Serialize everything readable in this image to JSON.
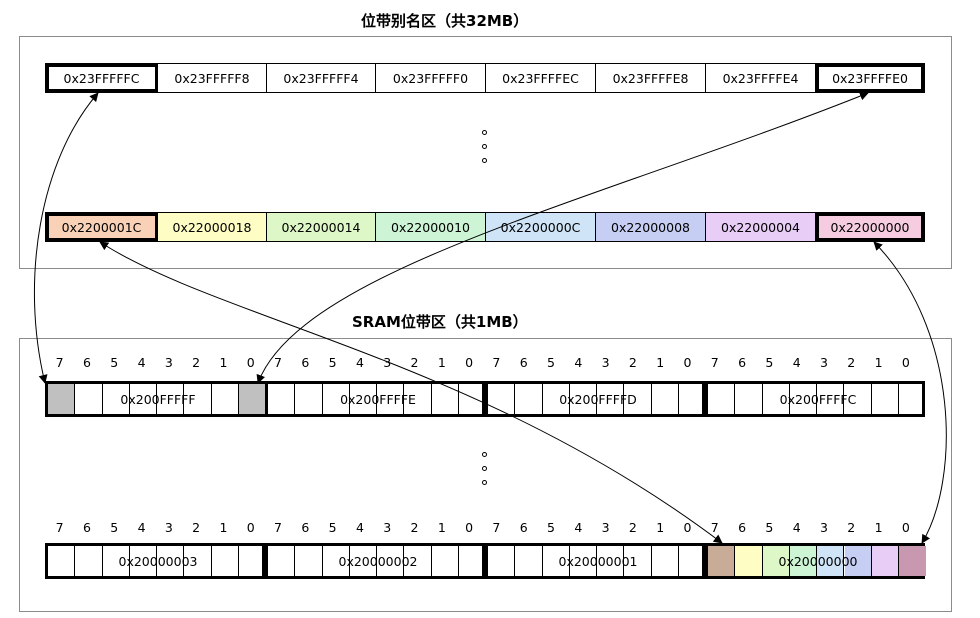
{
  "alias_title": "位带别名区（共32MB）",
  "sram_title": "SRAM位带区（共1MB）",
  "alias_top_row": [
    "0x23FFFFFC",
    "0x23FFFFF8",
    "0x23FFFFF4",
    "0x23FFFFF0",
    "0x23FFFFEC",
    "0x23FFFFE8",
    "0x23FFFFE4",
    "0x23FFFFE0"
  ],
  "alias_bottom_row": [
    "0x2200001C",
    "0x22000018",
    "0x22000014",
    "0x22000010",
    "0x2200000C",
    "0x22000008",
    "0x22000004",
    "0x22000000"
  ],
  "alias_bottom_colors": [
    "#f9d1b6",
    "#fdfdc4",
    "#ddf7c6",
    "#cdf5d5",
    "#cfe4f7",
    "#c7cef4",
    "#e8cdf6",
    "#f6cde0"
  ],
  "bit_labels": [
    "7",
    "6",
    "5",
    "4",
    "3",
    "2",
    "1",
    "0"
  ],
  "sram_top_bytes": [
    "0x200FFFFF",
    "0x200FFFFE",
    "0x200FFFFD",
    "0x200FFFFC"
  ],
  "sram_bottom_bytes": [
    "0x20000003",
    "0x20000002",
    "0x20000001",
    "0x20000000"
  ],
  "highlight_gray": "#c0c0c0",
  "bit0_colors": [
    "#c9ac98",
    "#fdfdc4",
    "#ddf7c6",
    "#cdf5d5",
    "#cfe4f7",
    "#c7cef4",
    "#e8cdf6",
    "#c898b0"
  ]
}
